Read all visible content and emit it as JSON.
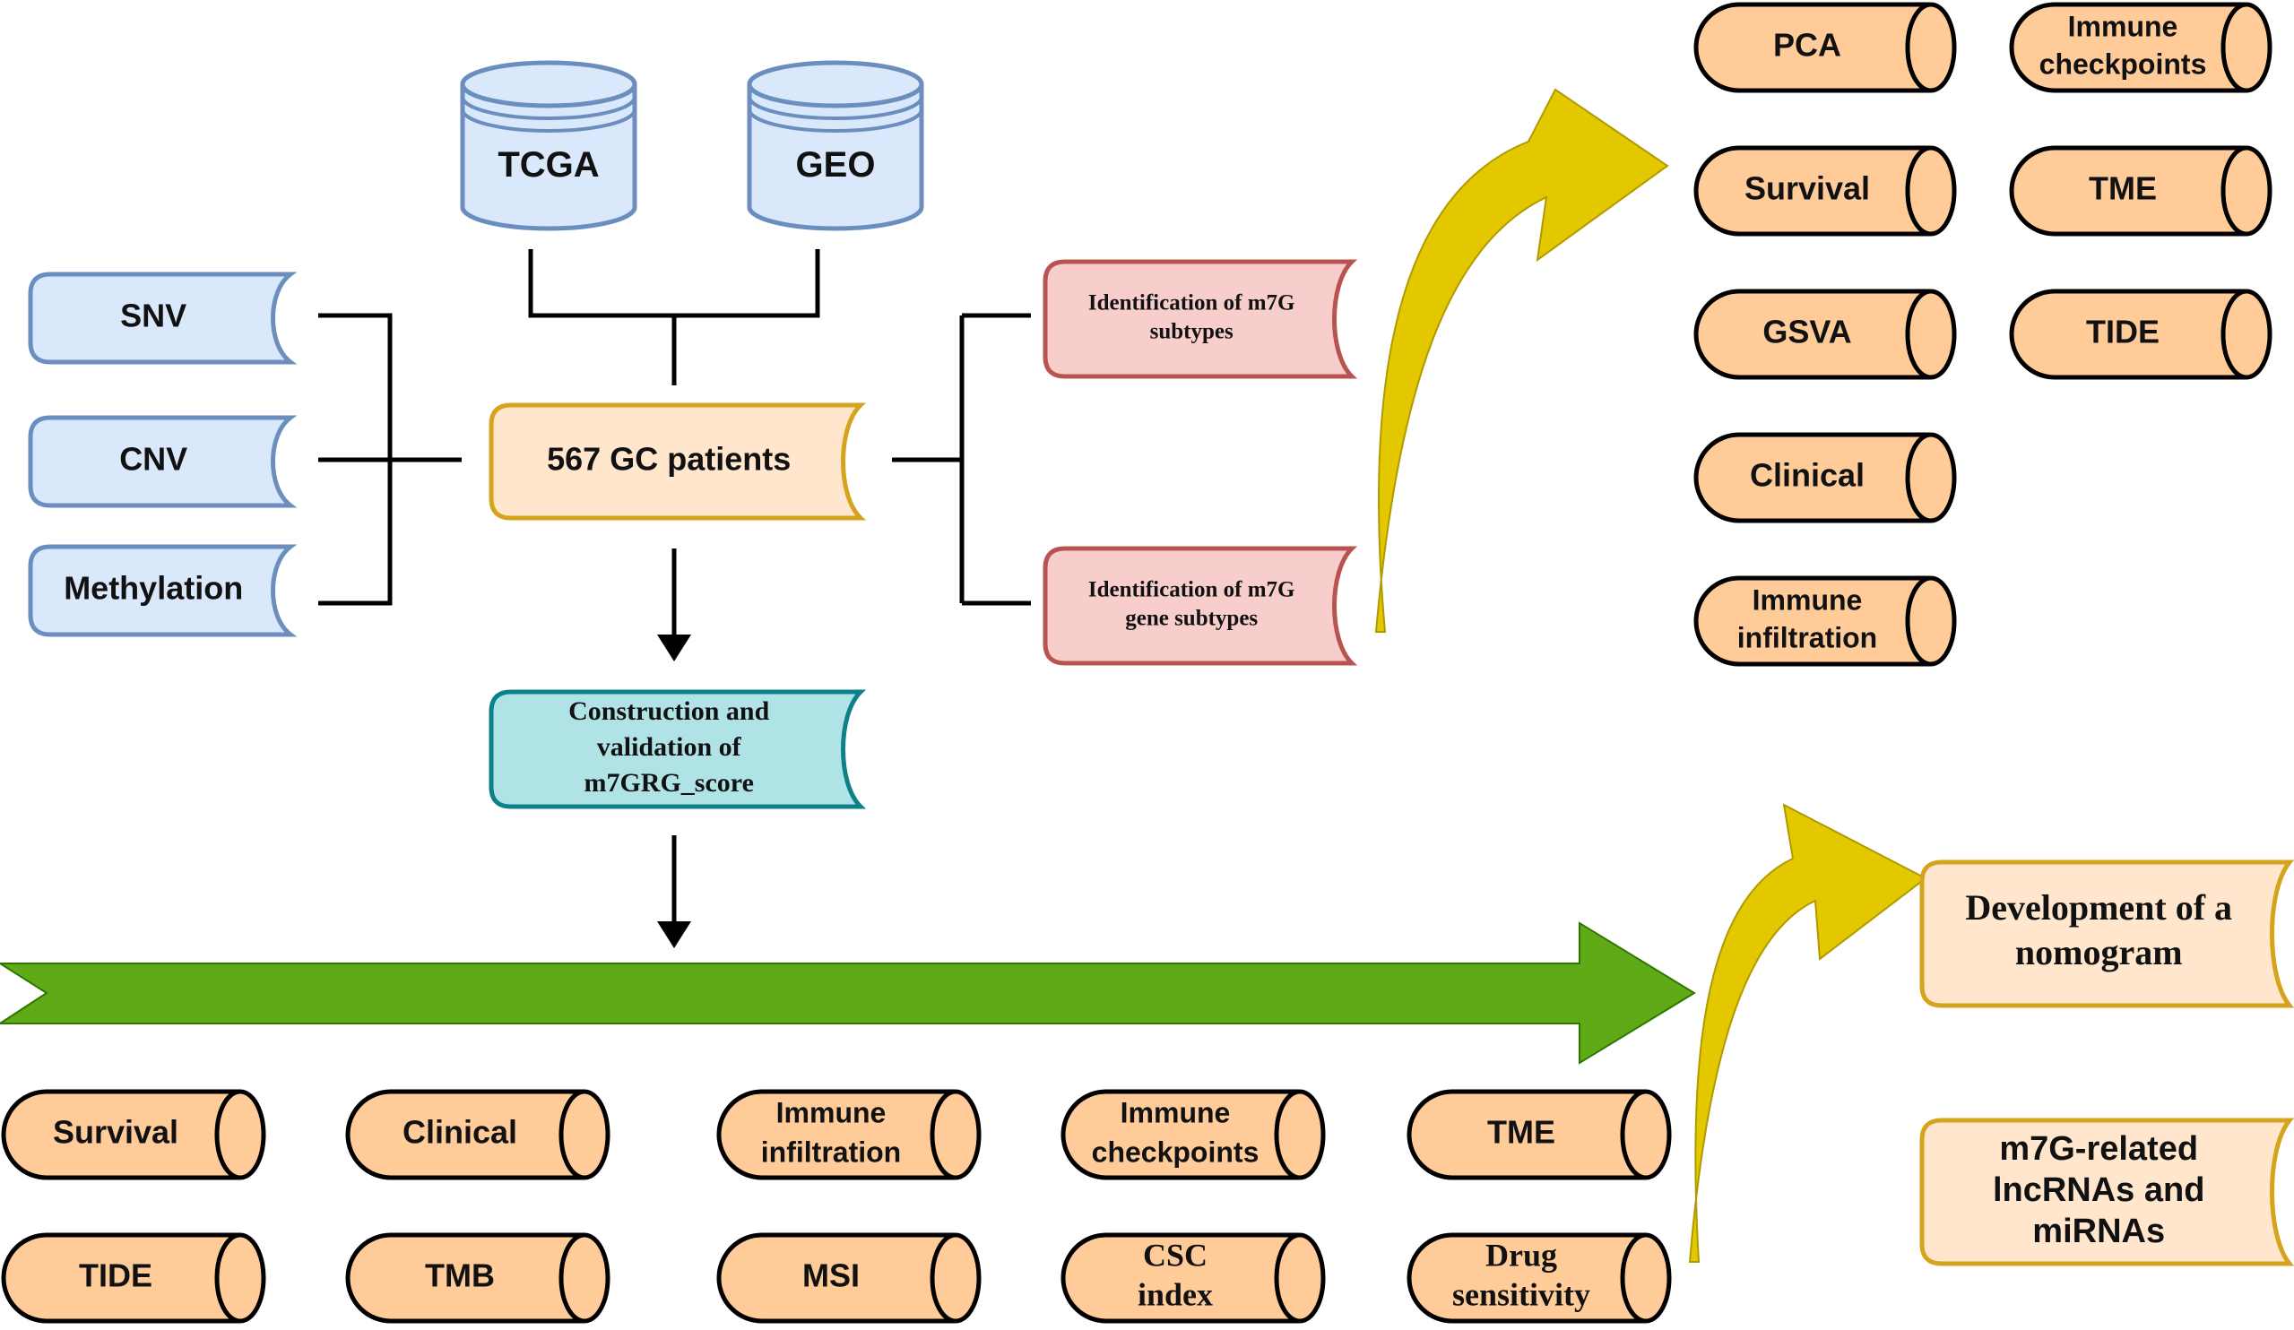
{
  "databases": [
    {
      "label": "TCGA"
    },
    {
      "label": "GEO"
    }
  ],
  "omics": [
    {
      "label": "SNV"
    },
    {
      "label": "CNV"
    },
    {
      "label": "Methylation"
    }
  ],
  "center": {
    "label": "567 GC patients"
  },
  "subtypes": [
    {
      "lines": [
        "Identification of  m7G",
        "subtypes"
      ]
    },
    {
      "lines": [
        "Identification of  m7G",
        "gene subtypes"
      ]
    }
  ],
  "score": {
    "lines": [
      "Construction and",
      "validation of",
      "m7GRG_score"
    ]
  },
  "subtype_analyses": [
    {
      "lines": [
        "PCA"
      ]
    },
    {
      "lines": [
        "Survival"
      ]
    },
    {
      "lines": [
        "GSVA"
      ]
    },
    {
      "lines": [
        "Clinical"
      ]
    },
    {
      "lines": [
        "Immune",
        "infiltration"
      ]
    },
    {
      "lines": [
        "Immune",
        "checkpoints"
      ]
    },
    {
      "lines": [
        "TME"
      ]
    },
    {
      "lines": [
        "TIDE"
      ]
    }
  ],
  "score_analyses": [
    {
      "lines": [
        "Survival"
      ]
    },
    {
      "lines": [
        "Clinical"
      ]
    },
    {
      "lines": [
        "Immune",
        "infiltration"
      ]
    },
    {
      "lines": [
        "Immune",
        "checkpoints"
      ]
    },
    {
      "lines": [
        "TME"
      ]
    },
    {
      "lines": [
        "TIDE"
      ]
    },
    {
      "lines": [
        "TMB"
      ]
    },
    {
      "lines": [
        "MSI"
      ]
    },
    {
      "lines": [
        "CSC",
        "index"
      ]
    },
    {
      "lines": [
        "Drug",
        "sensitivity"
      ]
    }
  ],
  "outcomes": [
    {
      "lines": [
        "Development of a",
        "nomogram"
      ]
    },
    {
      "lines": [
        "m7G-related",
        "lncRNAs and",
        "miRNAs"
      ]
    }
  ],
  "colors": {
    "blue_fill": "#dae8fc",
    "blue_stroke": "#6c8ebf",
    "yellow_fill": "#ffe6cc",
    "yellow_stroke": "#d6a31c",
    "red_fill": "#f8cecc",
    "red_stroke": "#b85450",
    "teal_fill": "#b0e3e6",
    "teal_stroke": "#0e8088",
    "orange_fill": "#ffcc99",
    "orange_stroke": "#000000",
    "green_arrow": "#60a917",
    "gold_arrow": "#e3c800"
  }
}
